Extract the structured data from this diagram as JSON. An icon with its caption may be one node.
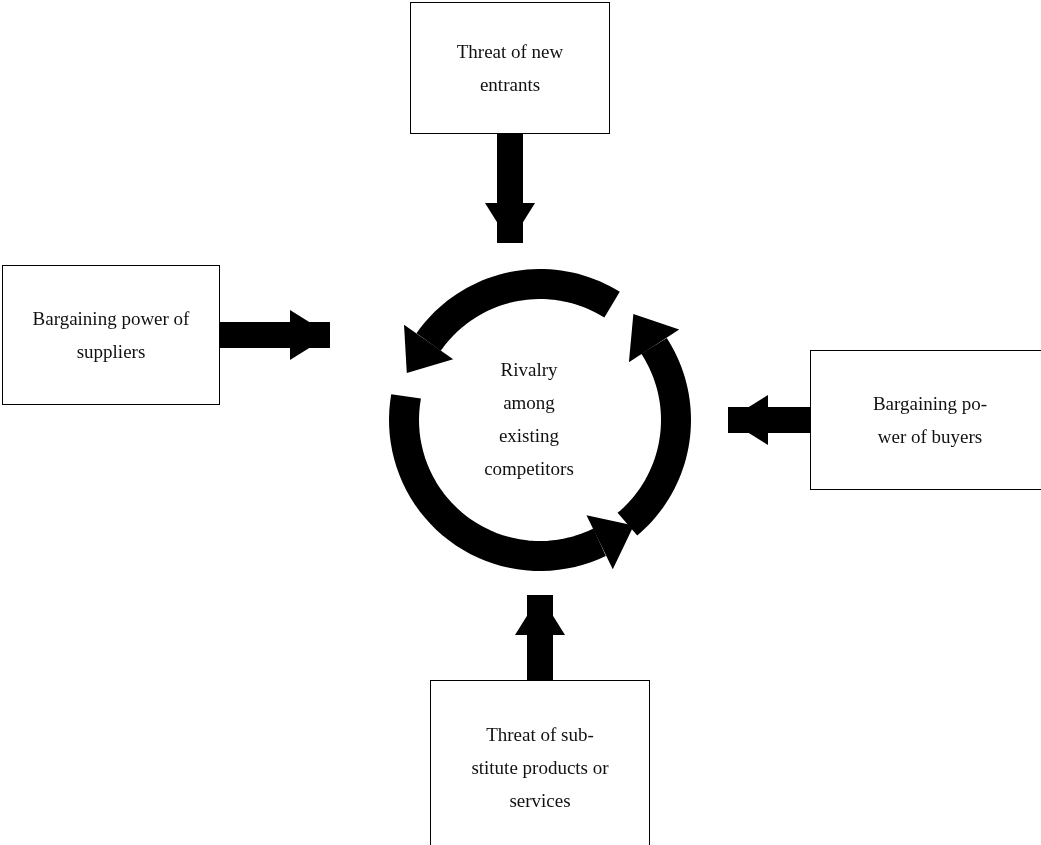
{
  "diagram": {
    "nodes": [
      {
        "text": [
          "Threat of new entrants"
        ]
      },
      {
        "text": [
          "Bargaining power of suppliers"
        ]
      },
      {
        "text": [
          "Rivalry among existing competitors"
        ]
      },
      {
        "text": [
          "Bargaining po- wer of buyers"
        ]
      },
      {
        "text": [
          "Threat of sub- stitute products or services"
        ]
      }
    ],
    "edges": [
      {
        "from": 0,
        "to": 2,
        "arrow": "to"
      },
      {
        "from": 1,
        "to": 2,
        "arrow": "to"
      },
      {
        "from": 3,
        "to": 2,
        "arrow": "to"
      },
      {
        "from": 4,
        "to": 2,
        "arrow": "to"
      }
    ]
  }
}
